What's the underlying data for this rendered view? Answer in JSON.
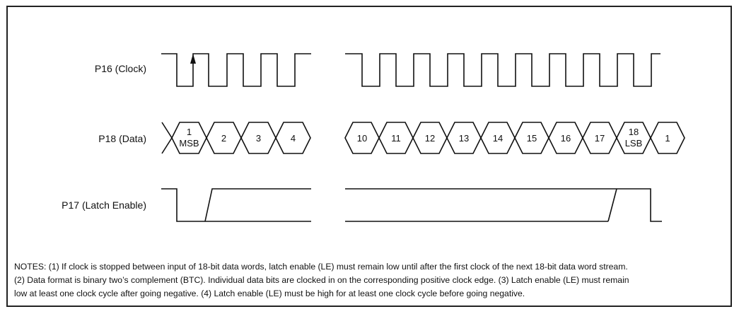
{
  "signals": {
    "clock": "P16 (Clock)",
    "data": "P18 (Data)",
    "latch": "P17 (Latch Enable)"
  },
  "data_cells_group1": [
    {
      "top": "1",
      "bottom": "MSB"
    },
    {
      "top": "2",
      "bottom": ""
    },
    {
      "top": "3",
      "bottom": ""
    },
    {
      "top": "4",
      "bottom": ""
    }
  ],
  "data_cells_group2": [
    {
      "top": "10",
      "bottom": ""
    },
    {
      "top": "11",
      "bottom": ""
    },
    {
      "top": "12",
      "bottom": ""
    },
    {
      "top": "13",
      "bottom": ""
    },
    {
      "top": "14",
      "bottom": ""
    },
    {
      "top": "15",
      "bottom": ""
    },
    {
      "top": "16",
      "bottom": ""
    },
    {
      "top": "17",
      "bottom": ""
    },
    {
      "top": "18",
      "bottom": "LSB"
    },
    {
      "top": "1",
      "bottom": ""
    }
  ],
  "notes": {
    "line1": "NOTES: (1) If clock is stopped between input of 18-bit data words, latch enable (LE) must remain low until after the first clock of the next 18-bit data word stream.",
    "line2": "(2) Data format is binary two’s complement (BTC). Individual data bits are clocked in on the corresponding positive clock edge. (3) Latch enable (LE) must remain",
    "line3": "low at least one clock cycle after going negative. (4) Latch enable (LE) must be high for at least one clock cycle before going negative."
  }
}
